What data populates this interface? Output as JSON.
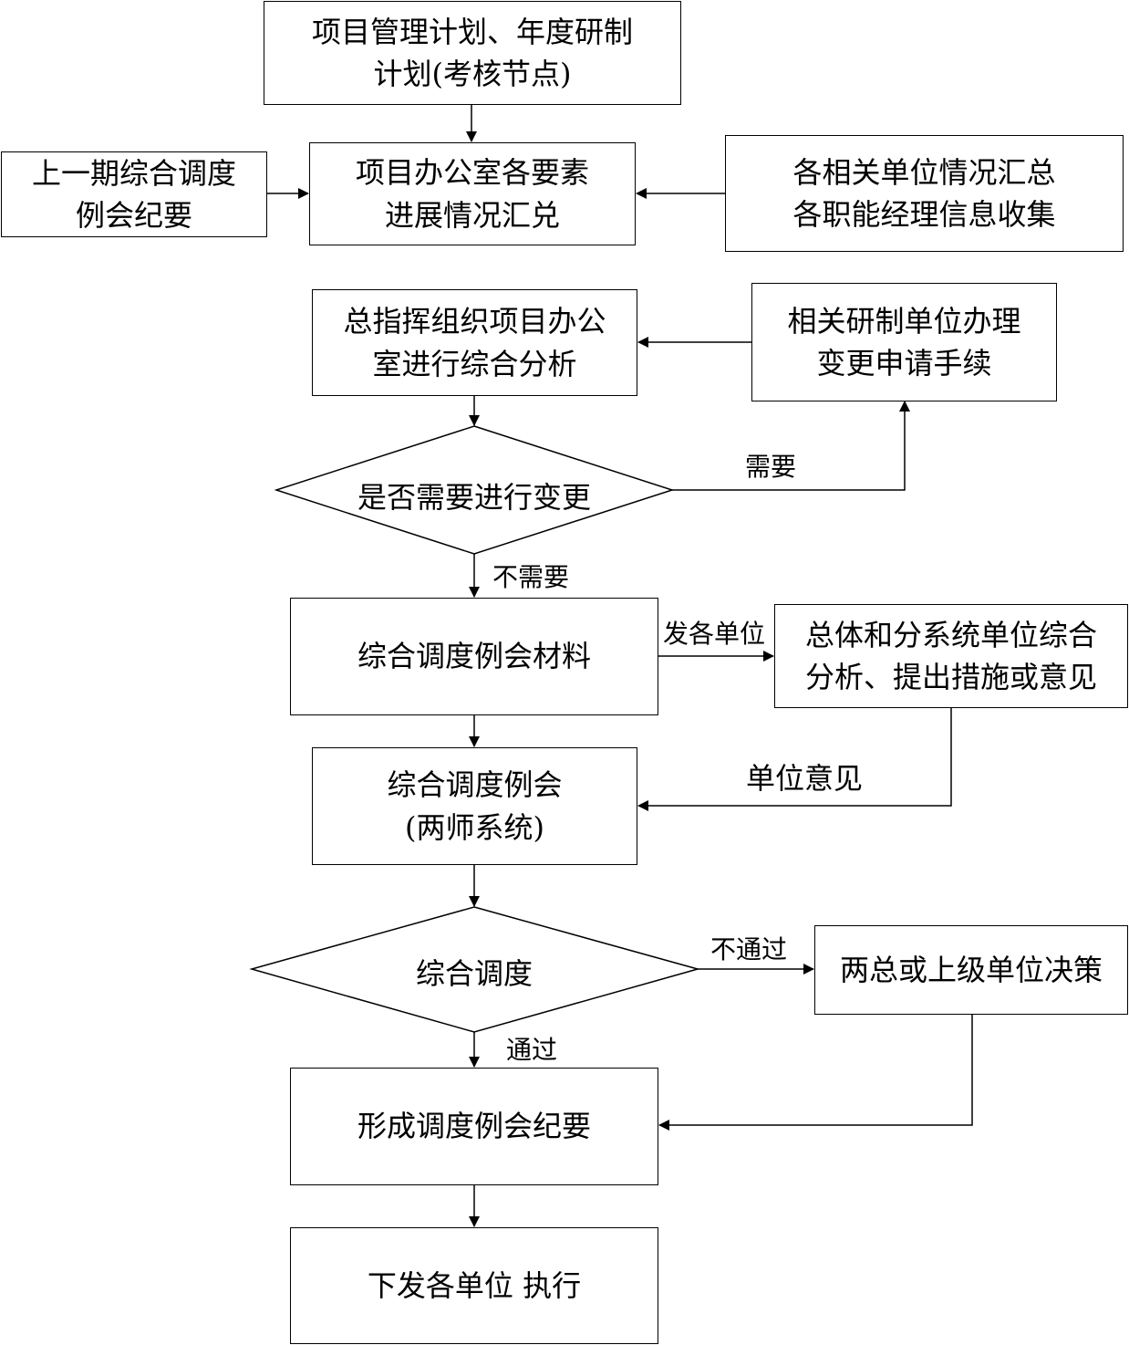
{
  "nodes": {
    "plan": "项目管理计划、年度研制\n计划(考核节点)",
    "last_minutes": "上一期综合调度\n例会纪要",
    "office_summary": "项目办公室各要素\n进展情况汇兑",
    "units_summary": "各相关单位情况汇总\n各职能经理信息收集",
    "chief_analysis": "总指挥组织项目办公\n室进行综合分析",
    "change_request": "相关研制单位办理\n变更申请手续",
    "decision_change": "是否需要进行变更",
    "meeting_materials": "综合调度例会材料",
    "system_analysis": "总体和分系统单位综合\n分析、提出措施或意见",
    "meeting": "综合调度例会\n(两师系统)",
    "decision_dispatch": "综合调度",
    "higher_decision": "两总或上级单位决策",
    "form_minutes": "形成调度例会纪要",
    "issue_execute": "下发各单位 执行"
  },
  "edge_labels": {
    "need": "需要",
    "no_need": "不需要",
    "send_units": "发各单位",
    "unit_opinion": "单位意见",
    "fail": "不通过",
    "pass": "通过"
  }
}
